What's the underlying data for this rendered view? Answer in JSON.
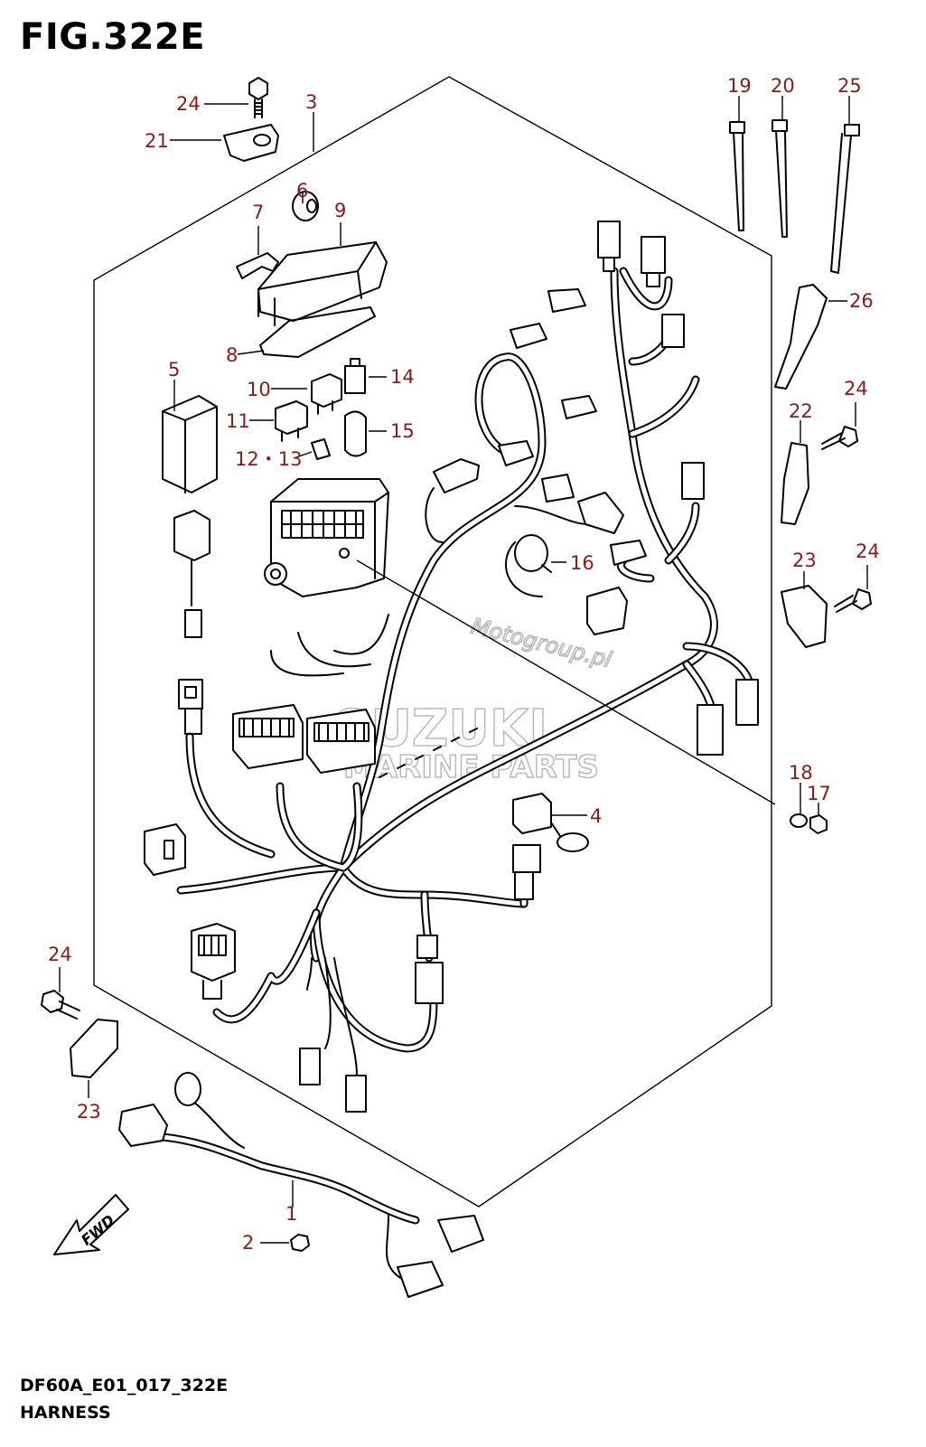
{
  "figure": {
    "title": "FIG.322E",
    "code": "DF60A_E01_017_322E",
    "name": "HARNESS"
  },
  "callouts": {
    "c1": "1",
    "c2": "2",
    "c3": "3",
    "c4": "4",
    "c5": "5",
    "c6": "6",
    "c7": "7",
    "c8": "8",
    "c9": "9",
    "c10": "10",
    "c11": "11",
    "c12_13": "12・13",
    "c14": "14",
    "c15": "15",
    "c16": "16",
    "c17": "17",
    "c18": "18",
    "c19": "19",
    "c20": "20",
    "c21": "21",
    "c22": "22",
    "c23a": "23",
    "c23b": "23",
    "c24a": "24",
    "c24b": "24",
    "c24c": "24",
    "c24d": "24",
    "c25": "25",
    "c26": "26"
  },
  "watermark": {
    "site": "Motogroup.pl",
    "brand": "SUZUKI",
    "sub": "MARINE PARTS"
  },
  "fwd_label": "FWD"
}
